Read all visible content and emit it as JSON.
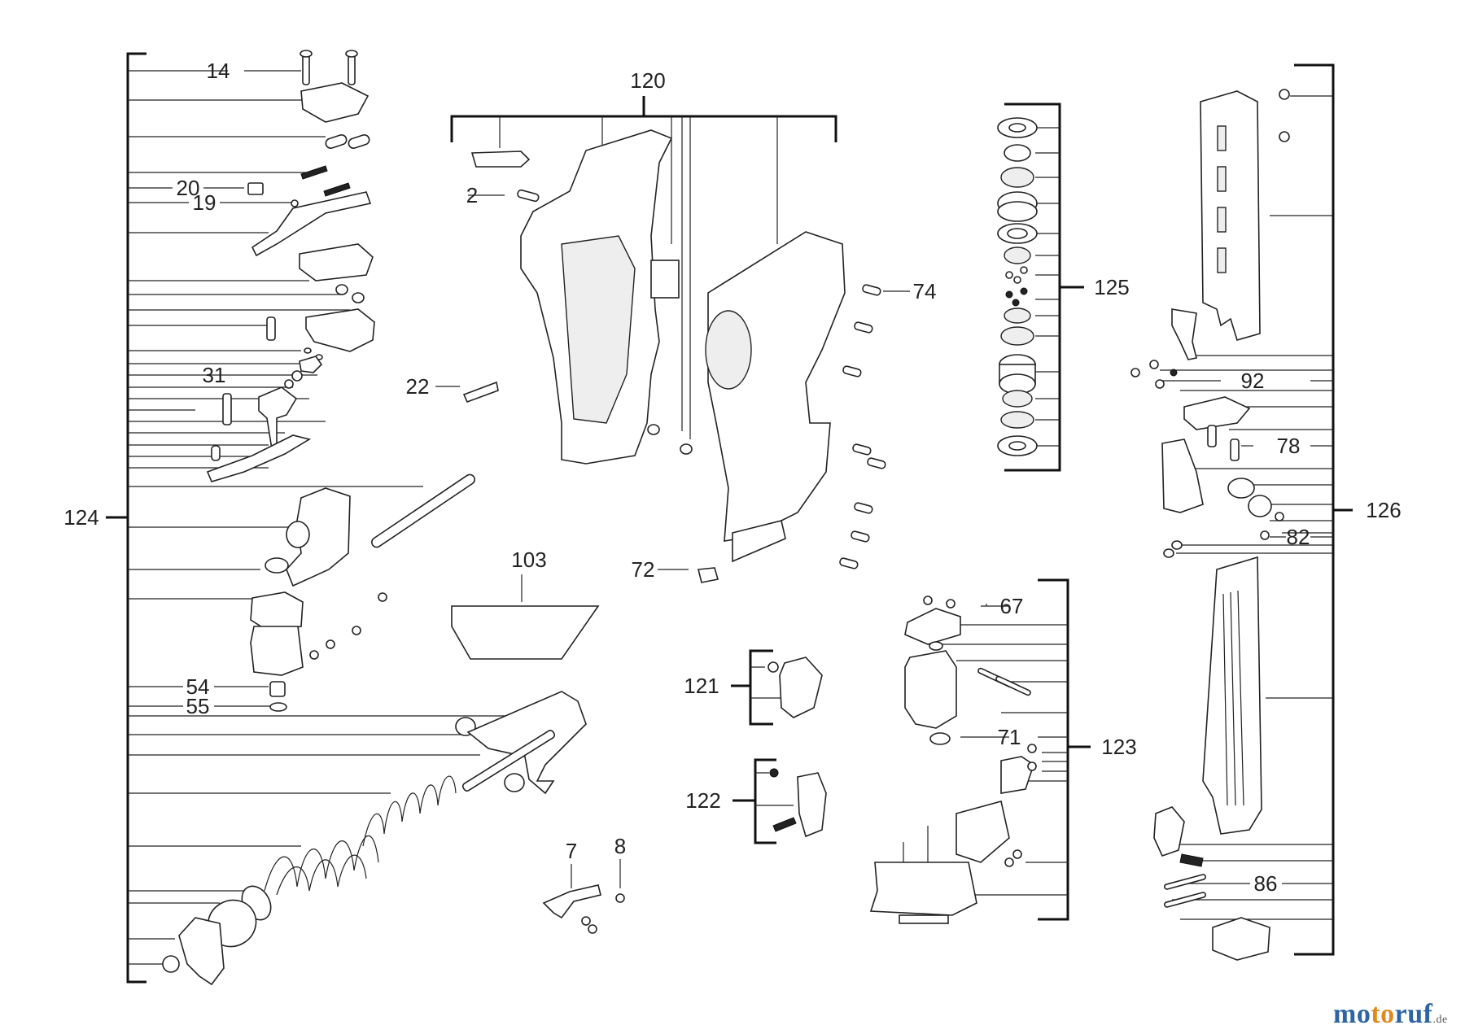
{
  "labels": {
    "l14": "14",
    "l20": "20",
    "l19": "19",
    "l31": "31",
    "l124": "124",
    "l54": "54",
    "l55": "55",
    "l22": "22",
    "l2": "2",
    "l120": "120",
    "l74": "74",
    "l72": "72",
    "l103": "103",
    "l121": "121",
    "l122": "122",
    "l7": "7",
    "l8": "8",
    "l125": "125",
    "l67": "67",
    "l71": "71",
    "l123": "123",
    "l92": "92",
    "l78": "78",
    "l126": "126",
    "l82": "82",
    "l86": "86"
  },
  "watermark": {
    "part1": "mo",
    "part2": "to",
    "part3": "ruf",
    "suffix": ".de"
  }
}
